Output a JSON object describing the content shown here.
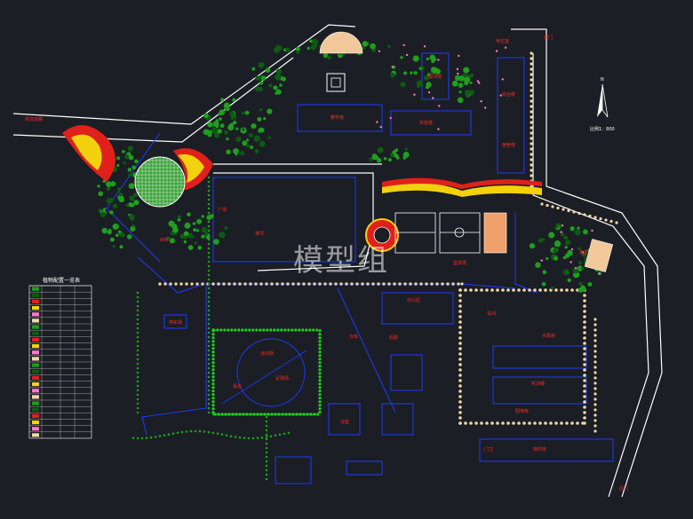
{
  "watermark": "模型组",
  "compass": {
    "north": "N",
    "scale_text": "比例1：800"
  },
  "legend": {
    "title": "植物配置一览表",
    "rows": 24
  },
  "colors": {
    "background": "#1b1e24",
    "road": "#ffffff",
    "boundary": "#1e3cff",
    "label": "#ff2a2a",
    "tree": "#1f9e1f",
    "tree_dark": "#0d5a12",
    "hedge": "#f2d7a8",
    "flower_red": "#e0201a",
    "flower_yellow": "#f2d20e",
    "flower_pink": "#ff78c8"
  },
  "labels": [
    {
      "id": "road-label-tl",
      "text": "校前道路"
    },
    {
      "id": "label-top-right",
      "text": "校门"
    },
    {
      "id": "label-gate",
      "text": "传达室"
    },
    {
      "id": "label-b1",
      "text": "教学楼"
    },
    {
      "id": "label-b2",
      "text": "实验楼"
    },
    {
      "id": "label-b3",
      "text": "图书馆"
    },
    {
      "id": "label-b4",
      "text": "综合楼"
    },
    {
      "id": "label-b5",
      "text": "宿舍楼"
    },
    {
      "id": "label-b6",
      "text": "食堂"
    },
    {
      "id": "label-court",
      "text": "篮球场"
    },
    {
      "id": "label-plaza",
      "text": "广场"
    },
    {
      "id": "label-lawn",
      "text": "草坪"
    },
    {
      "id": "label-grove",
      "text": "树林"
    },
    {
      "id": "label-track",
      "text": "运动场"
    },
    {
      "id": "label-f1",
      "text": "足球场"
    },
    {
      "id": "label-f2",
      "text": "看台"
    },
    {
      "id": "label-parking",
      "text": "停车场"
    },
    {
      "id": "label-w1",
      "text": "办公区"
    },
    {
      "id": "label-w2",
      "text": "后勤"
    },
    {
      "id": "label-w3",
      "text": "仓库"
    },
    {
      "id": "label-w4",
      "text": "车间"
    },
    {
      "id": "label-w5",
      "text": "实训楼"
    },
    {
      "id": "label-w6",
      "text": "配电房"
    },
    {
      "id": "label-w7",
      "text": "水泵房"
    },
    {
      "id": "label-e1",
      "text": "门卫"
    },
    {
      "id": "label-e2",
      "text": "锅炉房"
    },
    {
      "id": "label-e3",
      "text": "浴室"
    },
    {
      "id": "label-bottom-right",
      "text": "后门"
    }
  ]
}
